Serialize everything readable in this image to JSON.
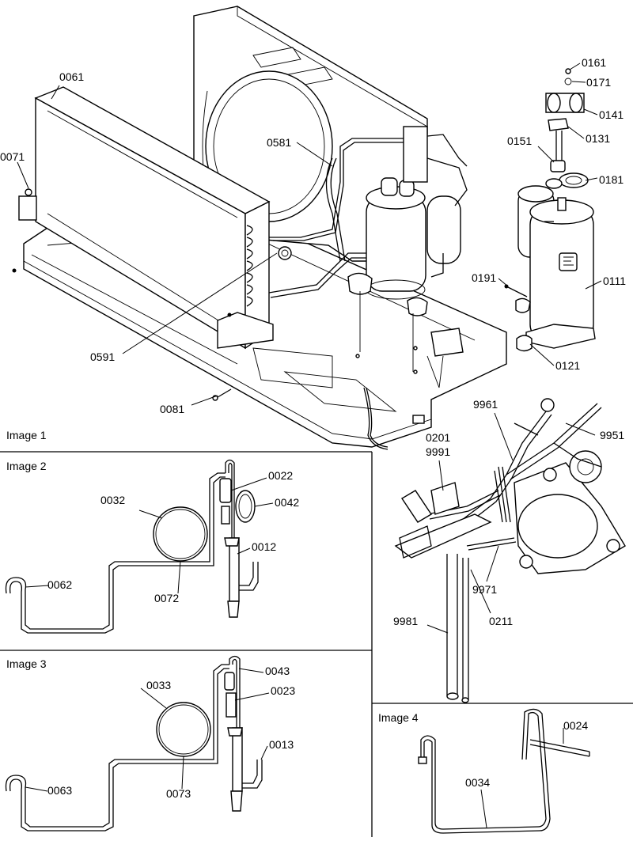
{
  "panels": {
    "p1": "Image 1",
    "p2": "Image 2",
    "p3": "Image 3",
    "p4": "Image 4"
  },
  "callouts": {
    "c0061": "0061",
    "c0071": "0071",
    "c0581": "0581",
    "c0591": "0591",
    "c0081": "0081",
    "c0161": "0161",
    "c0171": "0171",
    "c0141": "0141",
    "c0131": "0131",
    "c0151": "0151",
    "c0181": "0181",
    "c0191": "0191",
    "c0111": "0111",
    "c0121": "0121",
    "c9961": "9961",
    "c9951": "9951",
    "c0201": "0201",
    "c9991": "9991",
    "c9971": "9971",
    "c9981": "9981",
    "c0211": "0211",
    "c0032": "0032",
    "c0022": "0022",
    "c0042": "0042",
    "c0012": "0012",
    "c0062": "0062",
    "c0072": "0072",
    "c0033": "0033",
    "c0043": "0043",
    "c0023": "0023",
    "c0013": "0013",
    "c0063": "0063",
    "c0073": "0073",
    "c0024": "0024",
    "c0034": "0034"
  }
}
